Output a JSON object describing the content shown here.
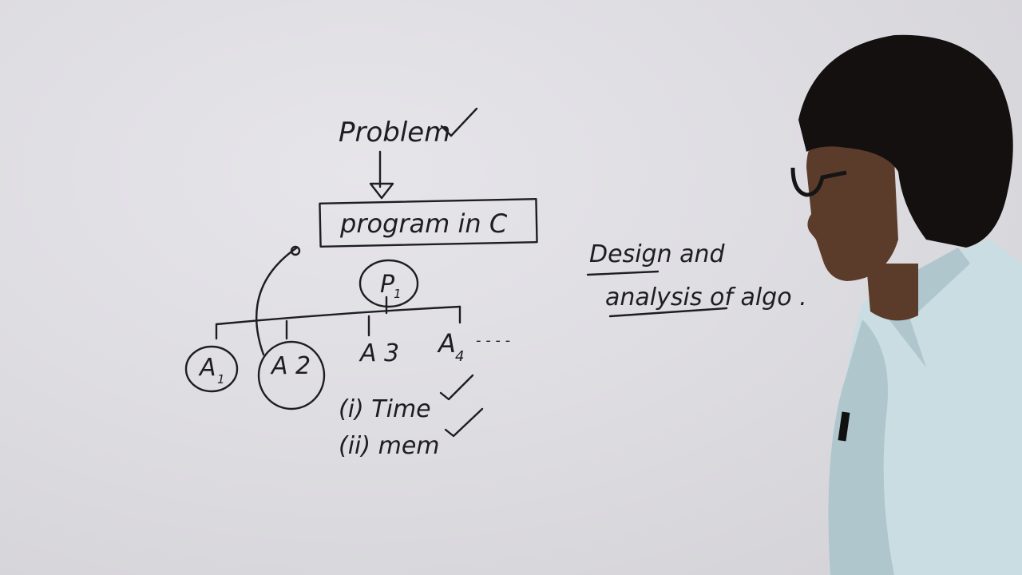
{
  "board": {
    "problem": "Problem",
    "program": "program in C",
    "p1": "P",
    "p1_sub": "1",
    "a1": "A",
    "a1_sub": "1",
    "a2": "A 2",
    "a3": "A 3",
    "a4": "A",
    "a4_sub": "4",
    "dots": "- - - -",
    "time": "(i) Time",
    "mem": "(ii) mem",
    "design": "Design and",
    "analysis": "analysis of algo ."
  }
}
